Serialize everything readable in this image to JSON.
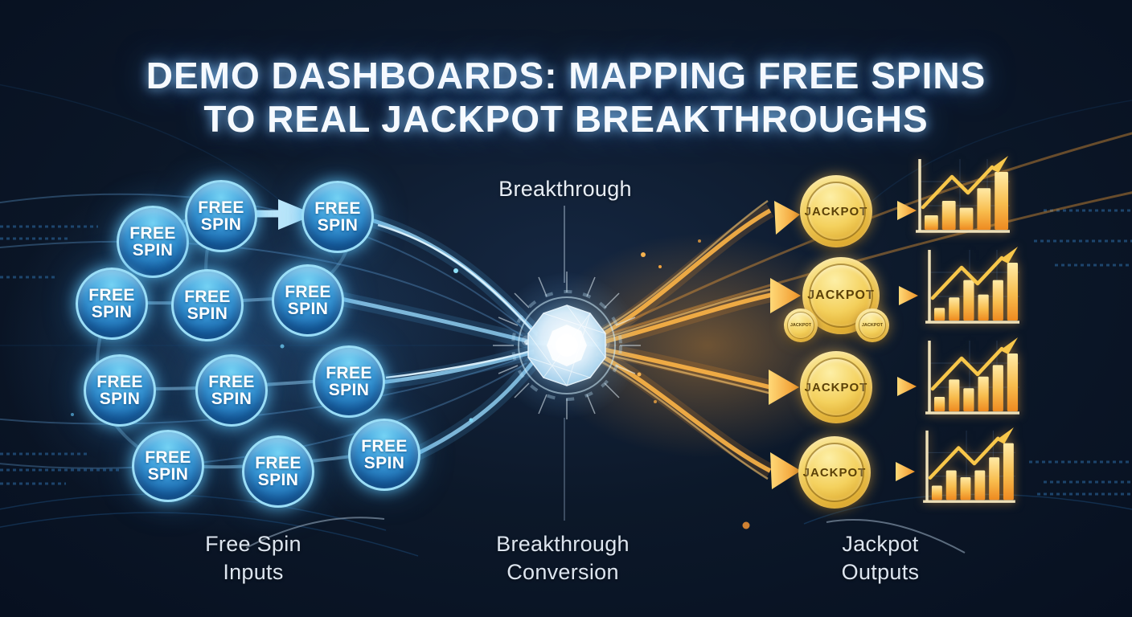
{
  "title": {
    "line1": "DEMO DASHBOARDS: MAPPING FREE SPINS",
    "line2": "TO REAL JACKPOT BREAKTHROUGHS"
  },
  "center": {
    "top_label": "Breakthrough",
    "icon": "crystal-gem-icon"
  },
  "free_spins": {
    "count": 12,
    "node_label": "FREE SPIN",
    "node_label_line1": "FREE",
    "node_label_line2": "SPIN"
  },
  "jackpots": {
    "row_count": 4,
    "coin_label": "JACKPOT",
    "mini_coins": {
      "count": 2,
      "label": "JACKPOT"
    }
  },
  "captions": {
    "inputs": {
      "line1": "Free Spin",
      "line2": "Inputs"
    },
    "conversion": {
      "line1": "Breakthrough",
      "line2": "Conversion"
    },
    "outputs": {
      "line1": "Jackpot",
      "line2": "Outputs"
    }
  },
  "chart_data": {
    "type": "bar",
    "description": "Four decorative mini bar charts beside each JACKPOT coin; gold bars with a rising zigzag trend line ending in an up-right arrow; no axis labels or tick text",
    "ylim_relative": [
      0,
      1
    ],
    "legend": "none",
    "grid": "faint",
    "instances": [
      {
        "row": 1,
        "values_relative": [
          0.25,
          0.5,
          0.38,
          0.72,
          1.0
        ]
      },
      {
        "row": 2,
        "values_relative": [
          0.22,
          0.4,
          0.7,
          0.45,
          0.7,
          1.0
        ]
      },
      {
        "row": 3,
        "values_relative": [
          0.25,
          0.55,
          0.4,
          0.6,
          0.8,
          1.0
        ]
      },
      {
        "row": 4,
        "values_relative": [
          0.25,
          0.52,
          0.4,
          0.52,
          0.75,
          1.0
        ]
      }
    ],
    "trend_line": "rising zigzag ending in arrow"
  },
  "colors": {
    "background_navy": "#0c1829",
    "spin_circle_blue": "#2f8fd2",
    "spin_ring_light": "#9bdef7",
    "stream_blue": "#8fd2f6",
    "stream_orange": "#f7a742",
    "coin_gold": "#f4d15e",
    "coin_text_brown": "#5b4108",
    "bar_orange": "#f1992e",
    "axis_cream": "#eee0b8",
    "title_white": "#f6faff",
    "label_gray": "#dde5ef"
  }
}
